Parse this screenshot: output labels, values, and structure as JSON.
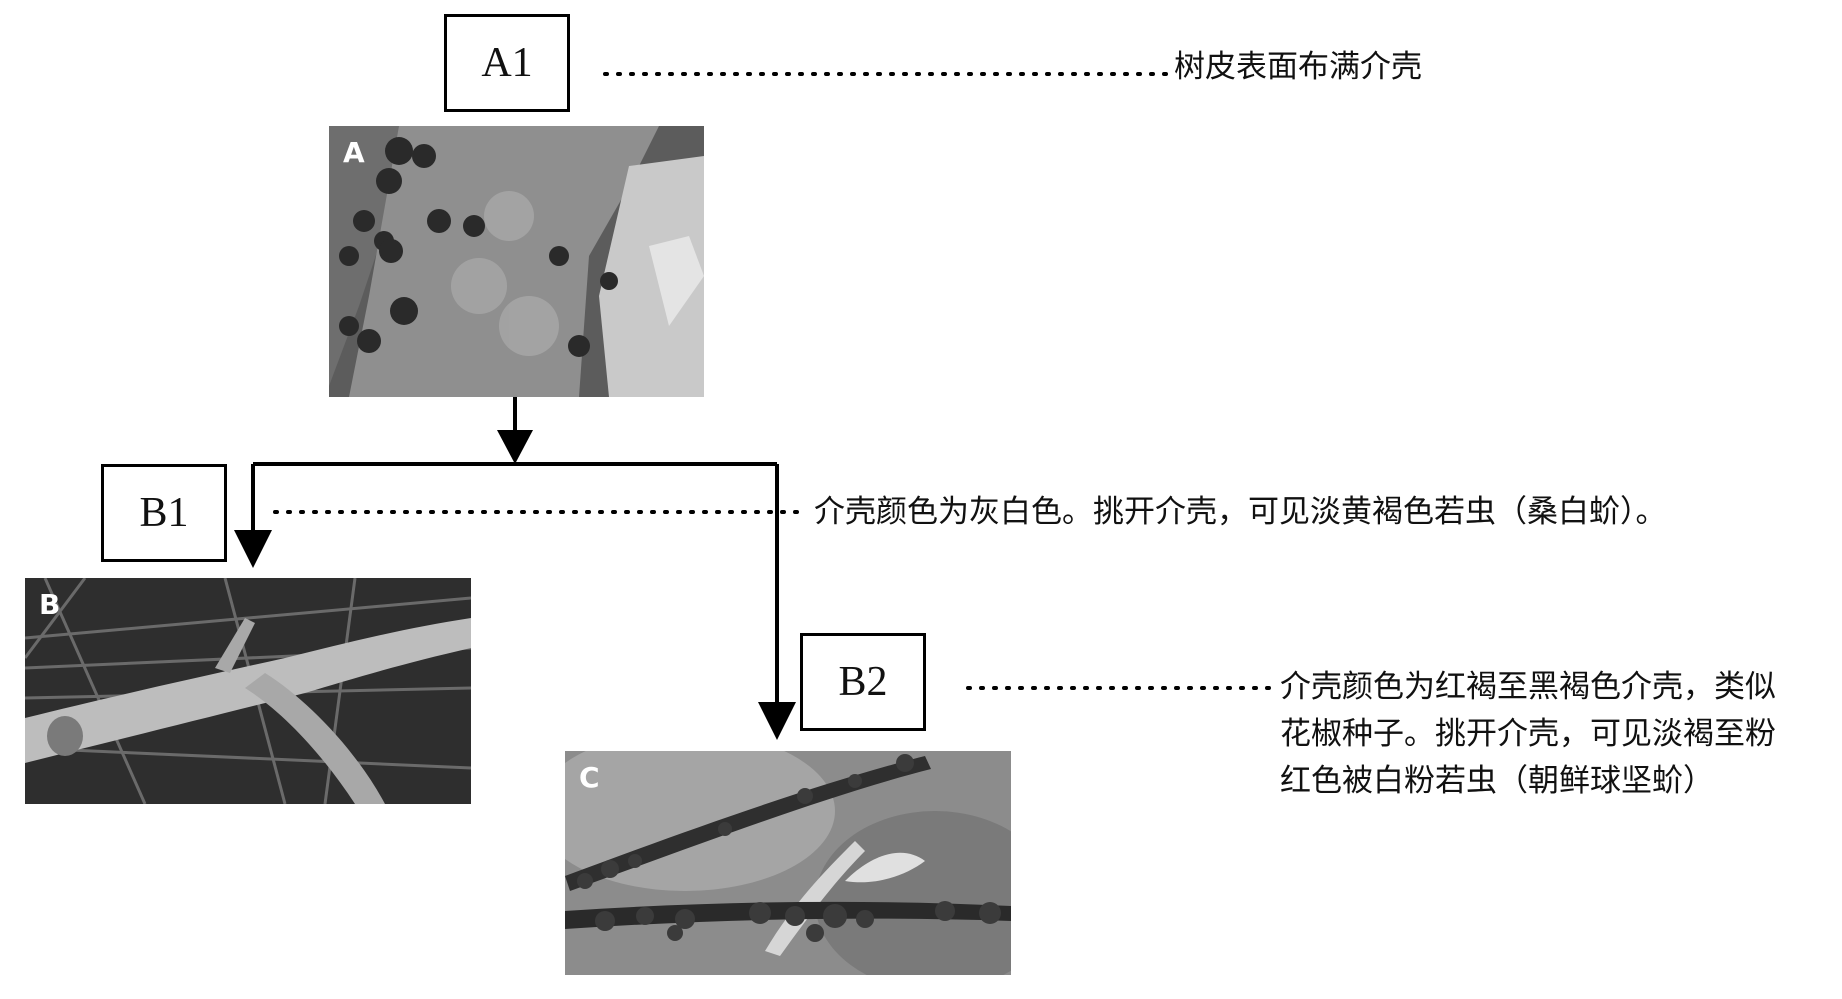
{
  "nodes": {
    "a1": {
      "label": "A1",
      "note": "树皮表面布满介壳",
      "photo_letter": "A"
    },
    "b1": {
      "label": "B1",
      "note": "介壳颜色为灰白色。挑开介壳，可见淡黄褐色若虫（桑白蚧）。",
      "photo_letter": "B"
    },
    "b2": {
      "label": "B2",
      "note_lines": [
        "介壳颜色为红褐至黑褐色介壳，类似",
        "花椒种子。挑开介壳，可见淡褐至粉",
        "红色被白粉若虫（朝鲜球坚蚧）"
      ],
      "photo_letter": "C"
    }
  },
  "colors": {
    "line": "#000000",
    "photo_dark": "#3a3a3a",
    "photo_light": "#b9b9b9"
  }
}
